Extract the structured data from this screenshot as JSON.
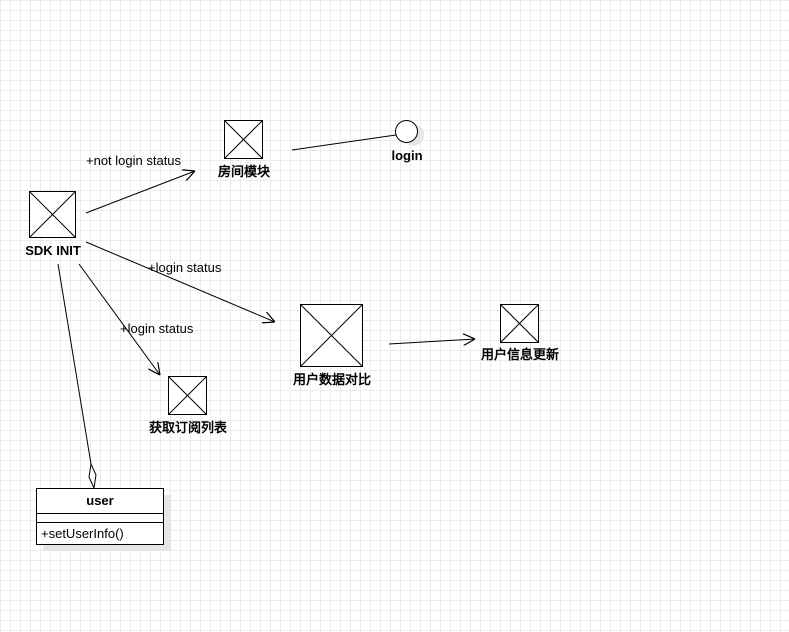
{
  "nodes": {
    "sdk_init": "SDK INIT",
    "room_module": "房间模块",
    "login": "login",
    "user_data_compare": "用户数据对比",
    "user_info_update": "用户信息更新",
    "subscription_list": "获取订阅列表"
  },
  "edges": {
    "not_login": "+not login status",
    "login_to_compare": "+login status",
    "login_to_subscription": "+login status"
  },
  "user_class": {
    "name": "user",
    "method": "+setUserInfo()"
  }
}
